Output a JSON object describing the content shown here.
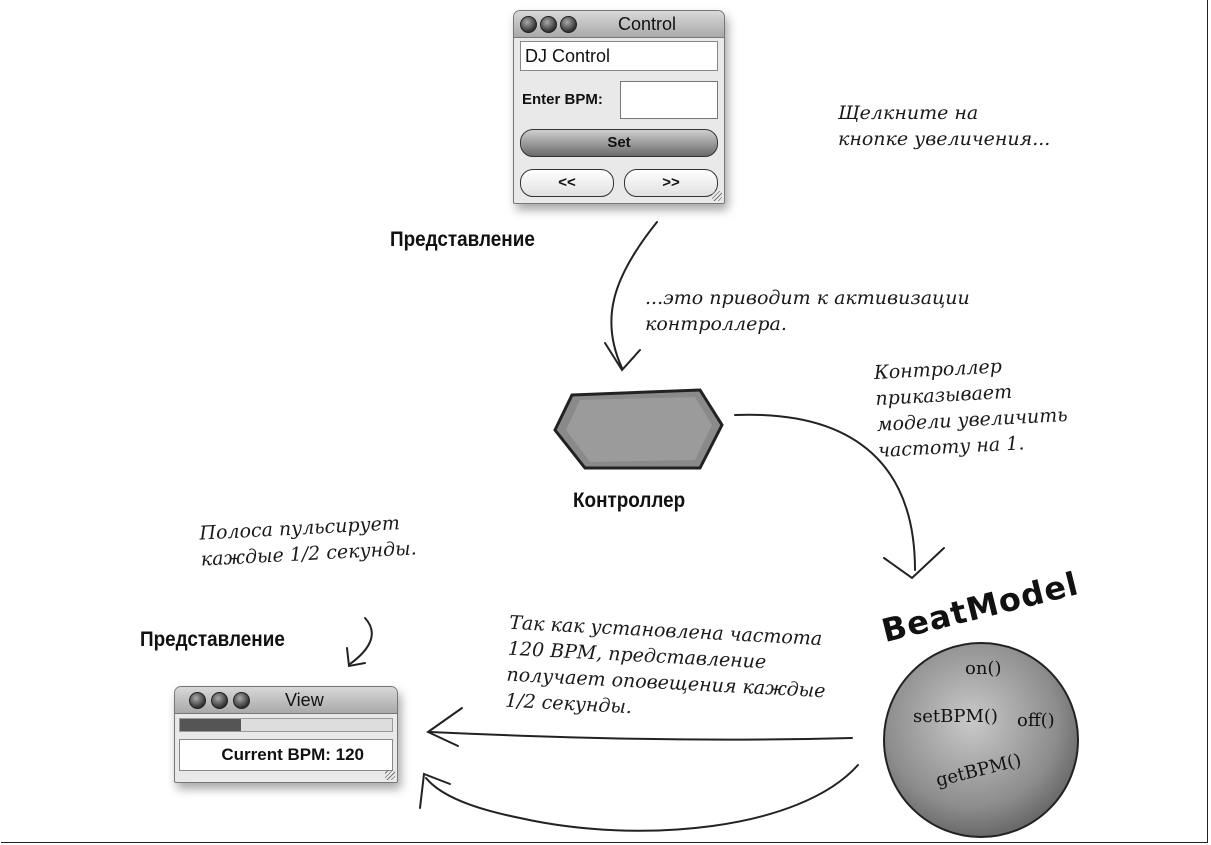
{
  "control_window": {
    "title": "Control",
    "heading": "DJ Control",
    "bpm_label": "Enter BPM:",
    "bpm_value": "",
    "set_label": "Set",
    "decrease_label": "<<",
    "increase_label": ">>"
  },
  "labels": {
    "view_top": "Представление",
    "controller": "Контроллер",
    "view_bottom": "Представление"
  },
  "notes": {
    "click_increase": [
      "Щелкните на",
      "кнопке увеличения..."
    ],
    "activates_controller": [
      "...это приводит к активизации",
      "контроллера."
    ],
    "controller_tells_model": [
      "Контроллер",
      "приказывает",
      "модели увеличить",
      "частоту на 1."
    ],
    "bar_pulses": [
      "Полоса пульсирует",
      "каждые 1/2 секунды."
    ],
    "notifications": [
      "Так как установлена частота",
      "120 BPM, представление",
      "получает оповещения каждые",
      "1/2 секунды."
    ]
  },
  "view_window": {
    "title": "View",
    "current_bpm_text": "Current BPM: 120",
    "pulse_fill": 0.29
  },
  "beat_model": {
    "title": "BeatModel",
    "methods": [
      "on()",
      "setBPM()",
      "off()",
      "getBPM()"
    ]
  }
}
